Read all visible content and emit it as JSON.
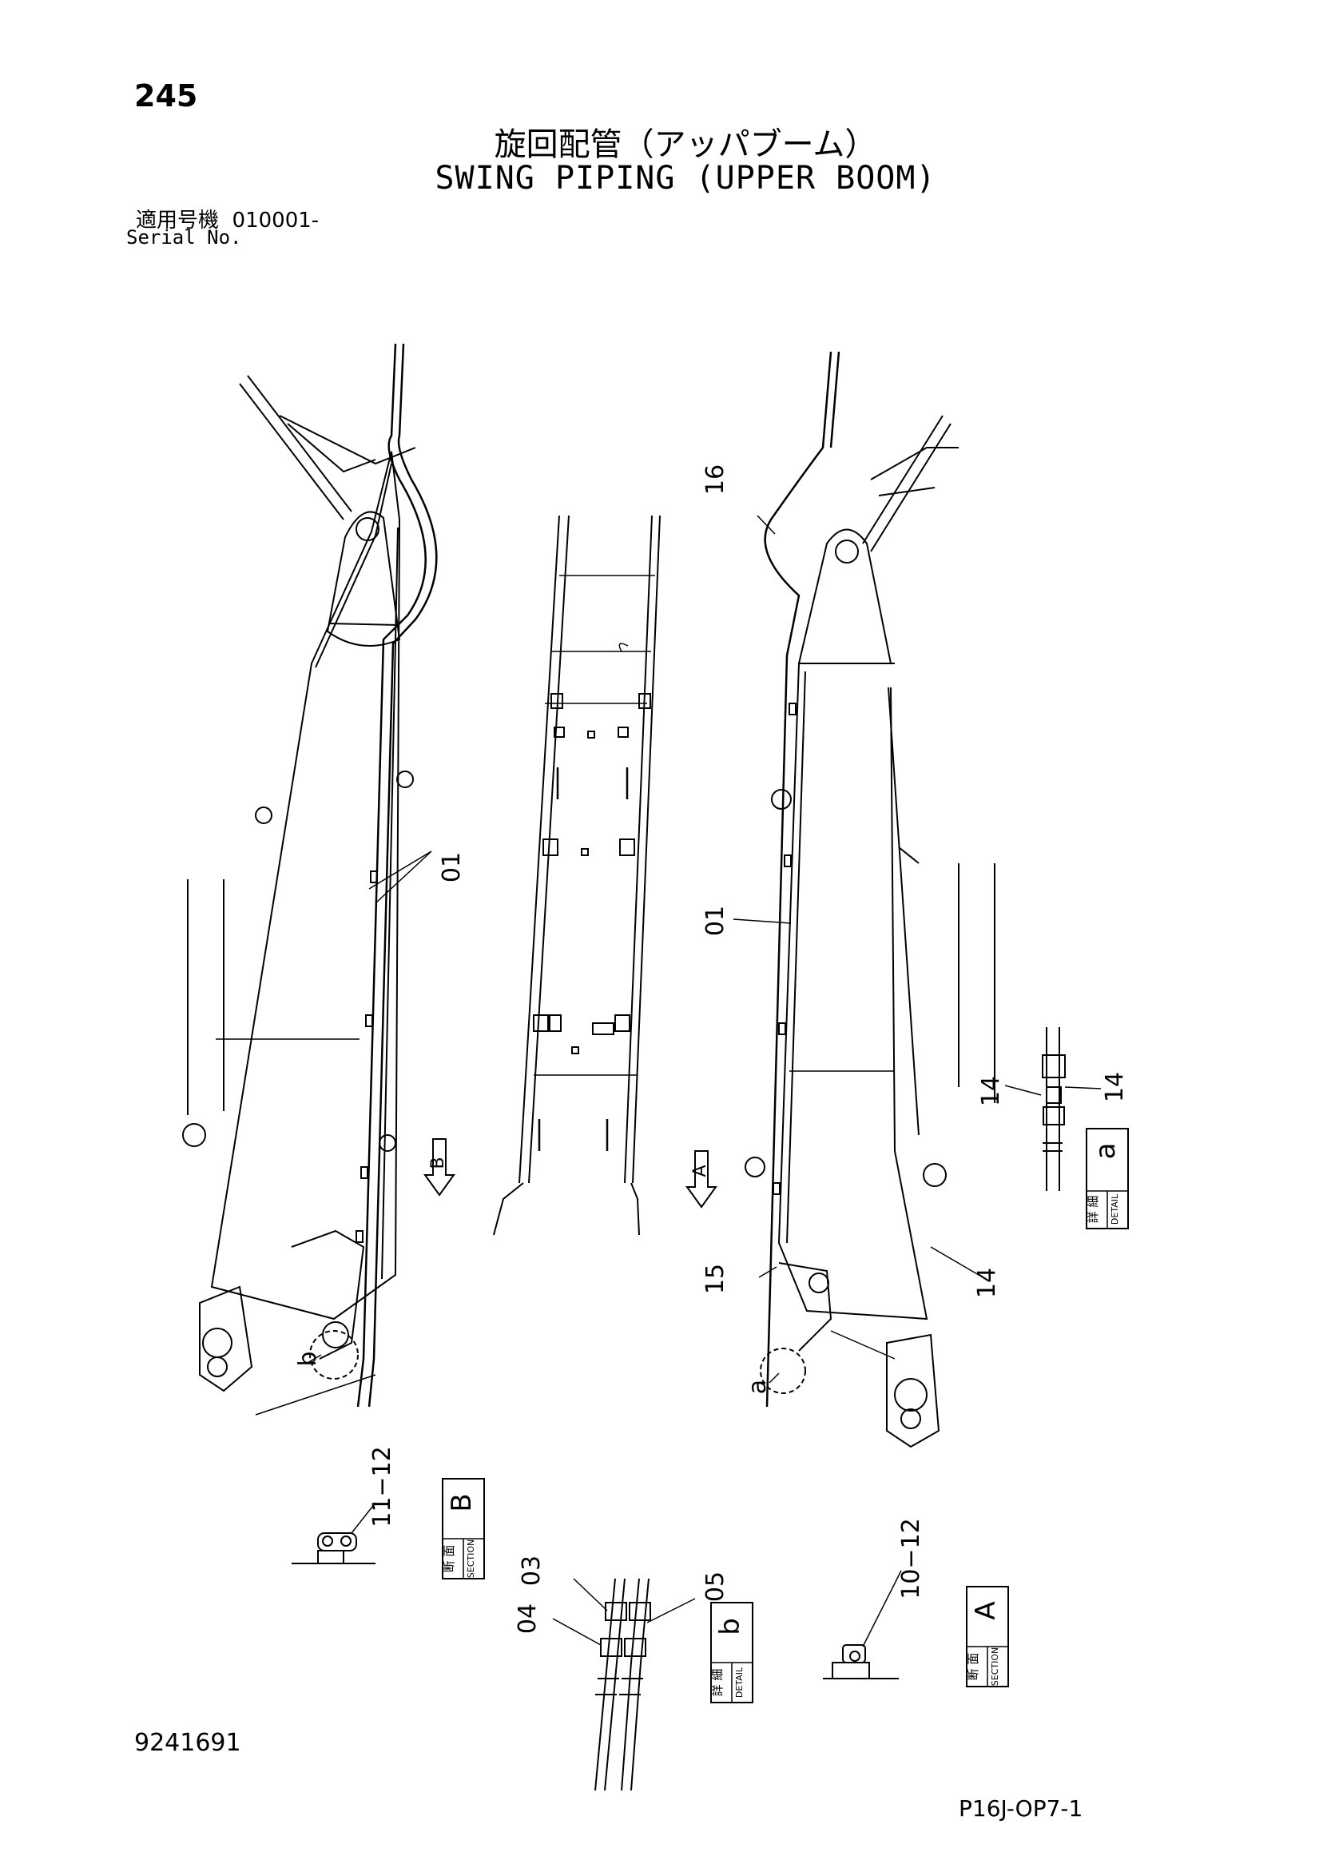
{
  "page_number": "245",
  "title_jp": "旋回配管（アッパブーム）",
  "title_en": "SWING PIPING (UPPER BOOM)",
  "serial_label_jp": "適用号機",
  "serial_value": "010001-",
  "serial_label_en": "Serial No.",
  "drawing_number": "9241691",
  "page_code": "P16J-OP7-1",
  "part_callouts": {
    "p01a": "01",
    "p01b": "01",
    "p16": "16",
    "p14a": "14",
    "p14b": "14",
    "p14c": "14",
    "p15": "15",
    "p11_12": "11−12",
    "p10_12": "10−12",
    "p03": "03",
    "p04": "04",
    "p05": "05"
  },
  "view_markers": {
    "a": "a",
    "b": "b",
    "arrow_A": "A",
    "arrow_B": "B"
  },
  "detail_boxes": {
    "detail_a": {
      "letter": "a",
      "jp": "詳 細",
      "en": "DETAIL"
    },
    "detail_b": {
      "letter": "b",
      "jp": "詳 細",
      "en": "DETAIL"
    },
    "section_A": {
      "letter": "A",
      "jp": "断 面",
      "en": "SECTION"
    },
    "section_B": {
      "letter": "B",
      "jp": "断 面",
      "en": "SECTION"
    }
  }
}
